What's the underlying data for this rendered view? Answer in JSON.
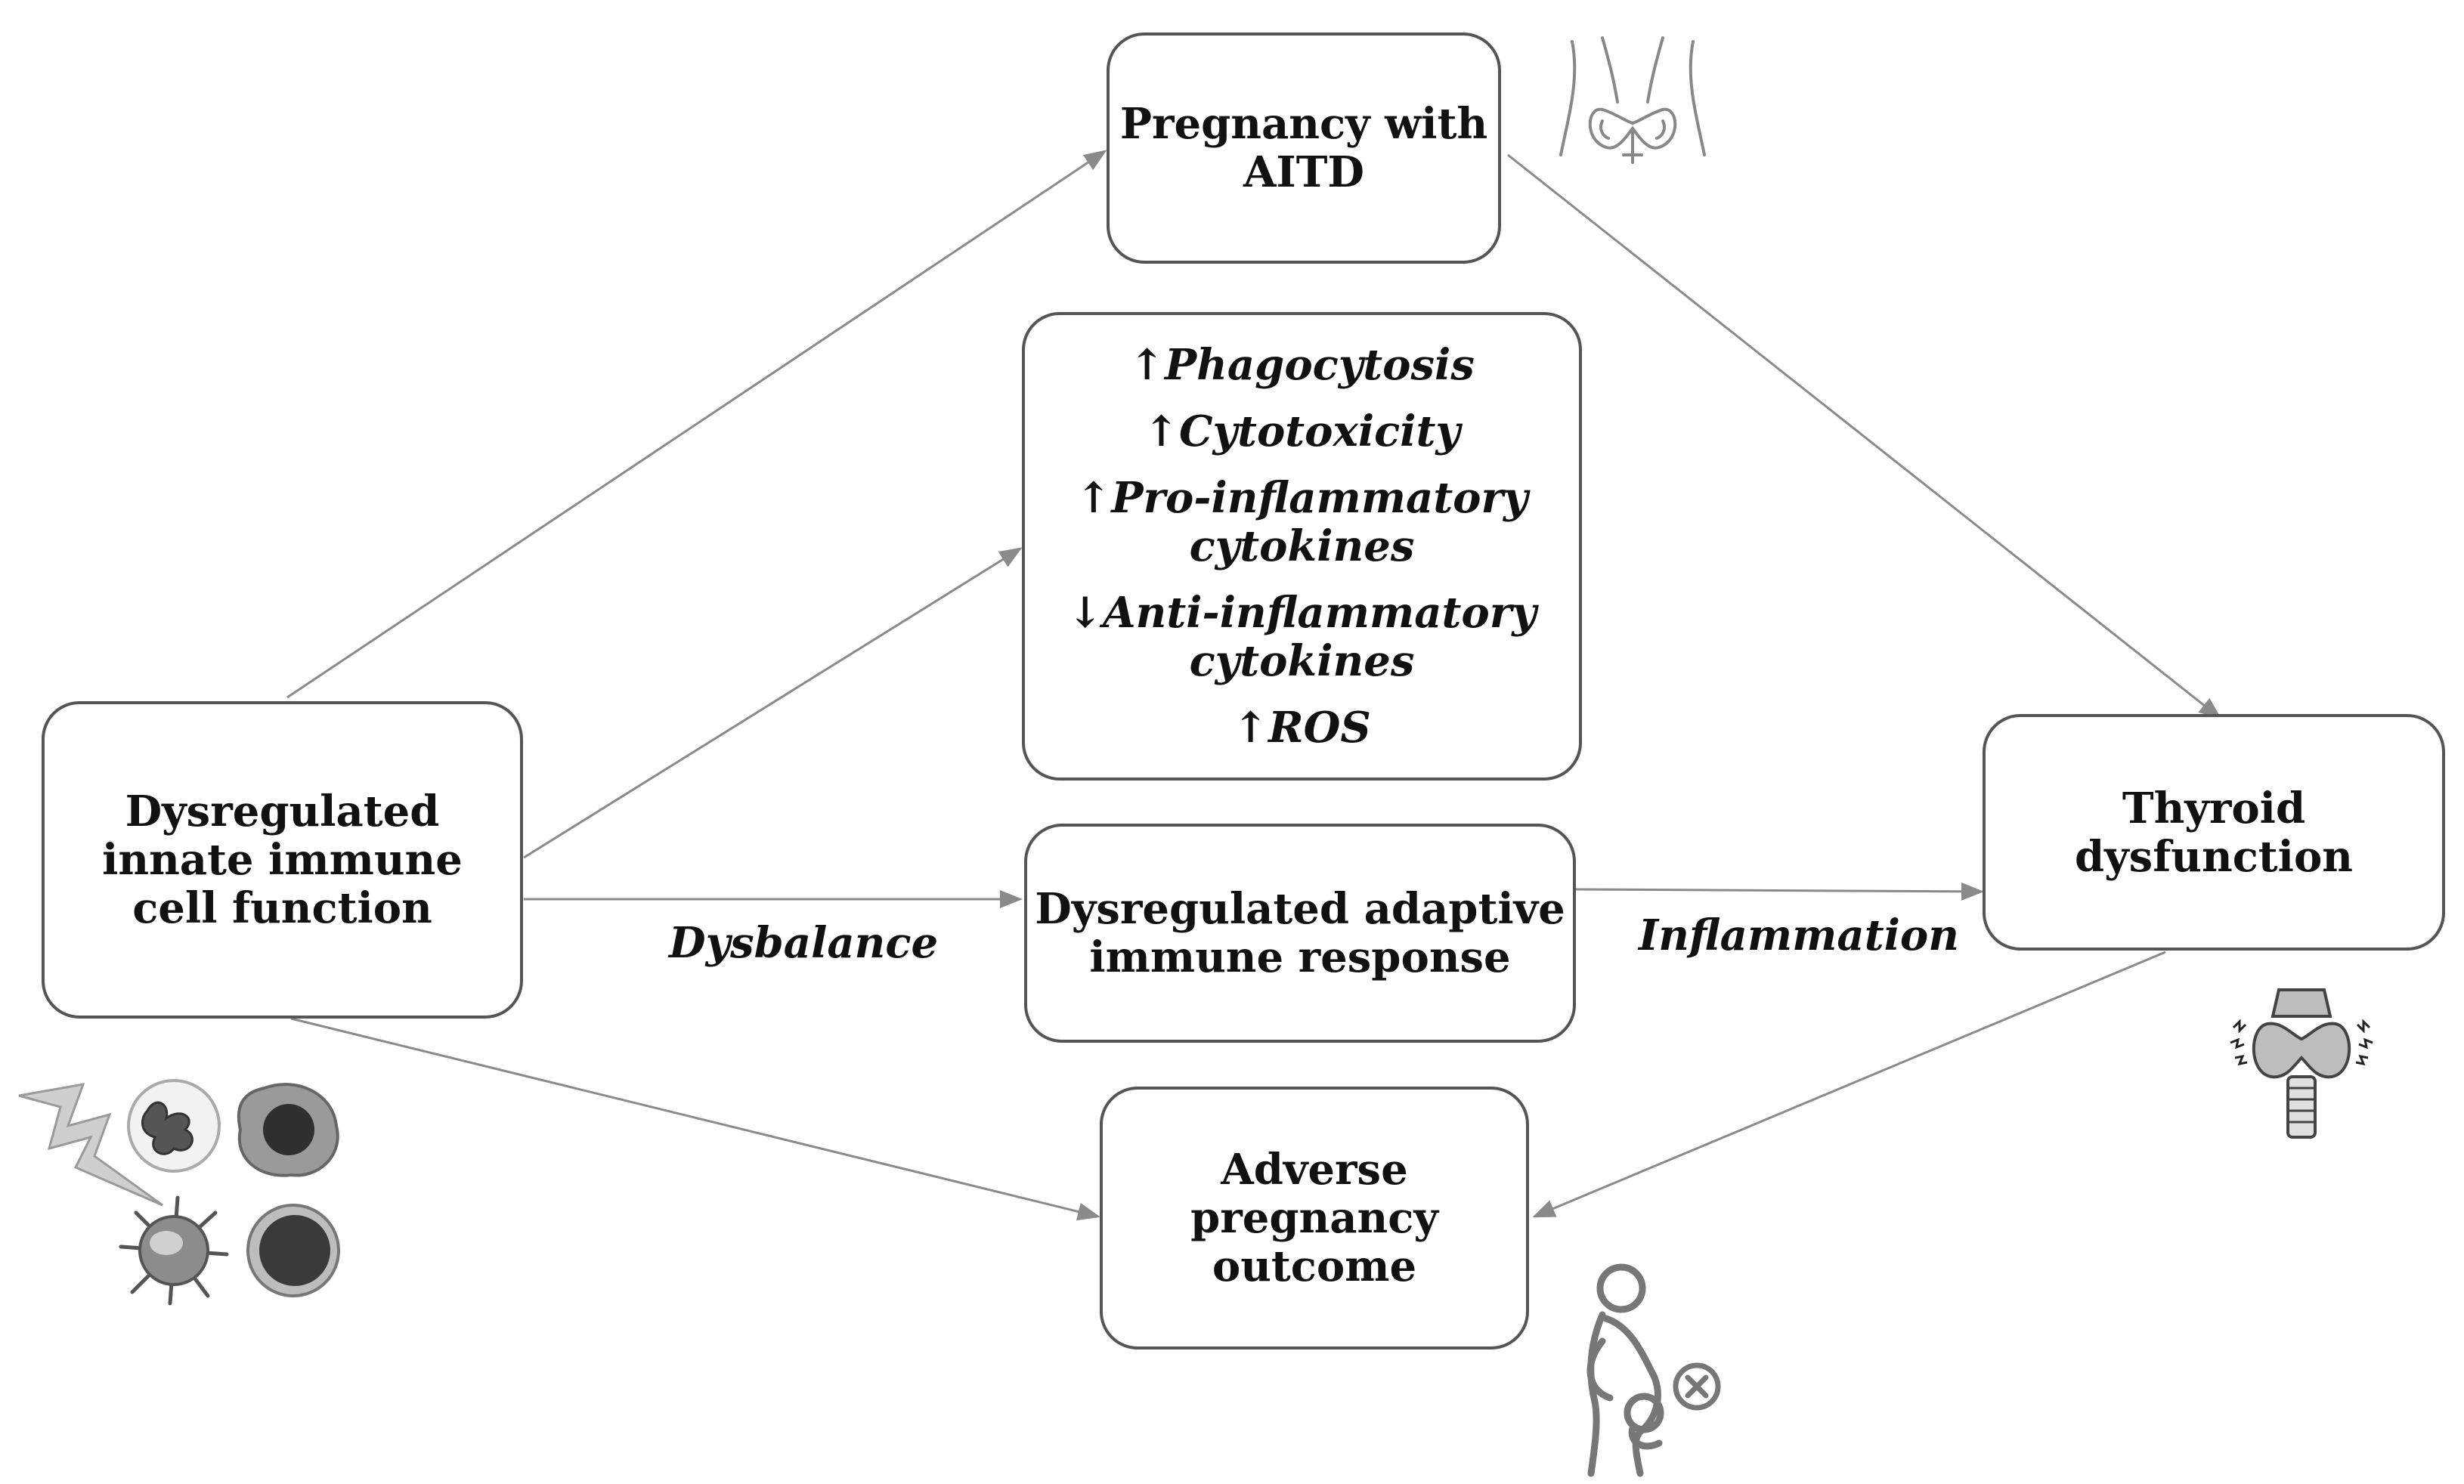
{
  "nodes": {
    "innate": {
      "lines": [
        "Dysregulated",
        "innate immune",
        "cell function"
      ]
    },
    "pregnancy_aitd": {
      "lines": [
        "Pregnancy with",
        "AITD"
      ]
    },
    "effects": {
      "items": [
        {
          "lines": [
            "↑Phagocytosis"
          ]
        },
        {
          "lines": [
            "↑Cytotoxicity"
          ]
        },
        {
          "lines": [
            "↑Pro-inflammatory",
            "cytokines"
          ]
        },
        {
          "lines": [
            "↓Anti-inflammatory",
            "cytokines"
          ]
        },
        {
          "lines": [
            "↑ROS"
          ]
        }
      ]
    },
    "adaptive": {
      "lines": [
        "Dysregulated adaptive",
        "immune response"
      ]
    },
    "thyroid": {
      "lines": [
        "Thyroid",
        "dysfunction"
      ]
    },
    "adverse": {
      "lines": [
        "Adverse",
        "pregnancy",
        "outcome"
      ]
    }
  },
  "edge_labels": {
    "dysbalance": "Dysbalance",
    "inflammation": "Inflammation"
  },
  "icons": [
    "thyroid-neck-icon",
    "inflamed-thyroid-trachea-icon",
    "immune-cells-icon",
    "lightning-icon",
    "pregnant-woman-icon"
  ]
}
